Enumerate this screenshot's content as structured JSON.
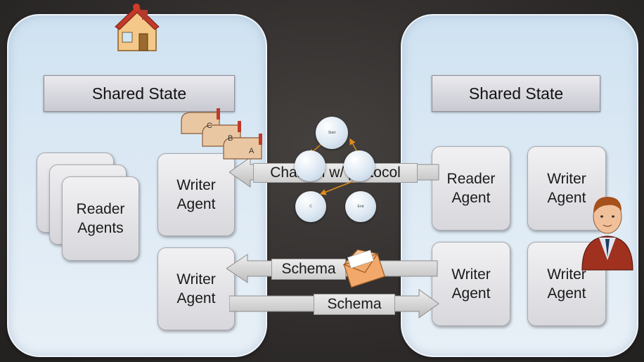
{
  "left": {
    "shared_state": "Shared State",
    "reader_agents": "Reader\nAgents",
    "writer_agent_top": "Writer\nAgent",
    "writer_agent_bottom": "Writer\nAgent"
  },
  "right": {
    "shared_state": "Shared State",
    "reader_agent": "Reader\nAgent",
    "writer_agent_1": "Writer\nAgent",
    "writer_agent_2": "Writer\nAgent",
    "writer_agent_3": "Writer\nAgent"
  },
  "channel_label": "Channel w/ protocol",
  "schema_label_top": "Schema",
  "schema_label_bottom": "Schema",
  "mailboxes": [
    "C",
    "B",
    "A"
  ],
  "state_nodes": {
    "start": "Start",
    "c": "C",
    "end": "End"
  },
  "icons": [
    "house-icon",
    "mailbox-icon",
    "envelope-icon",
    "person-icon"
  ],
  "colors": {
    "panel": "#dce9f4",
    "background": "#2f2c2b",
    "node_arrow": "#e08a1e"
  }
}
